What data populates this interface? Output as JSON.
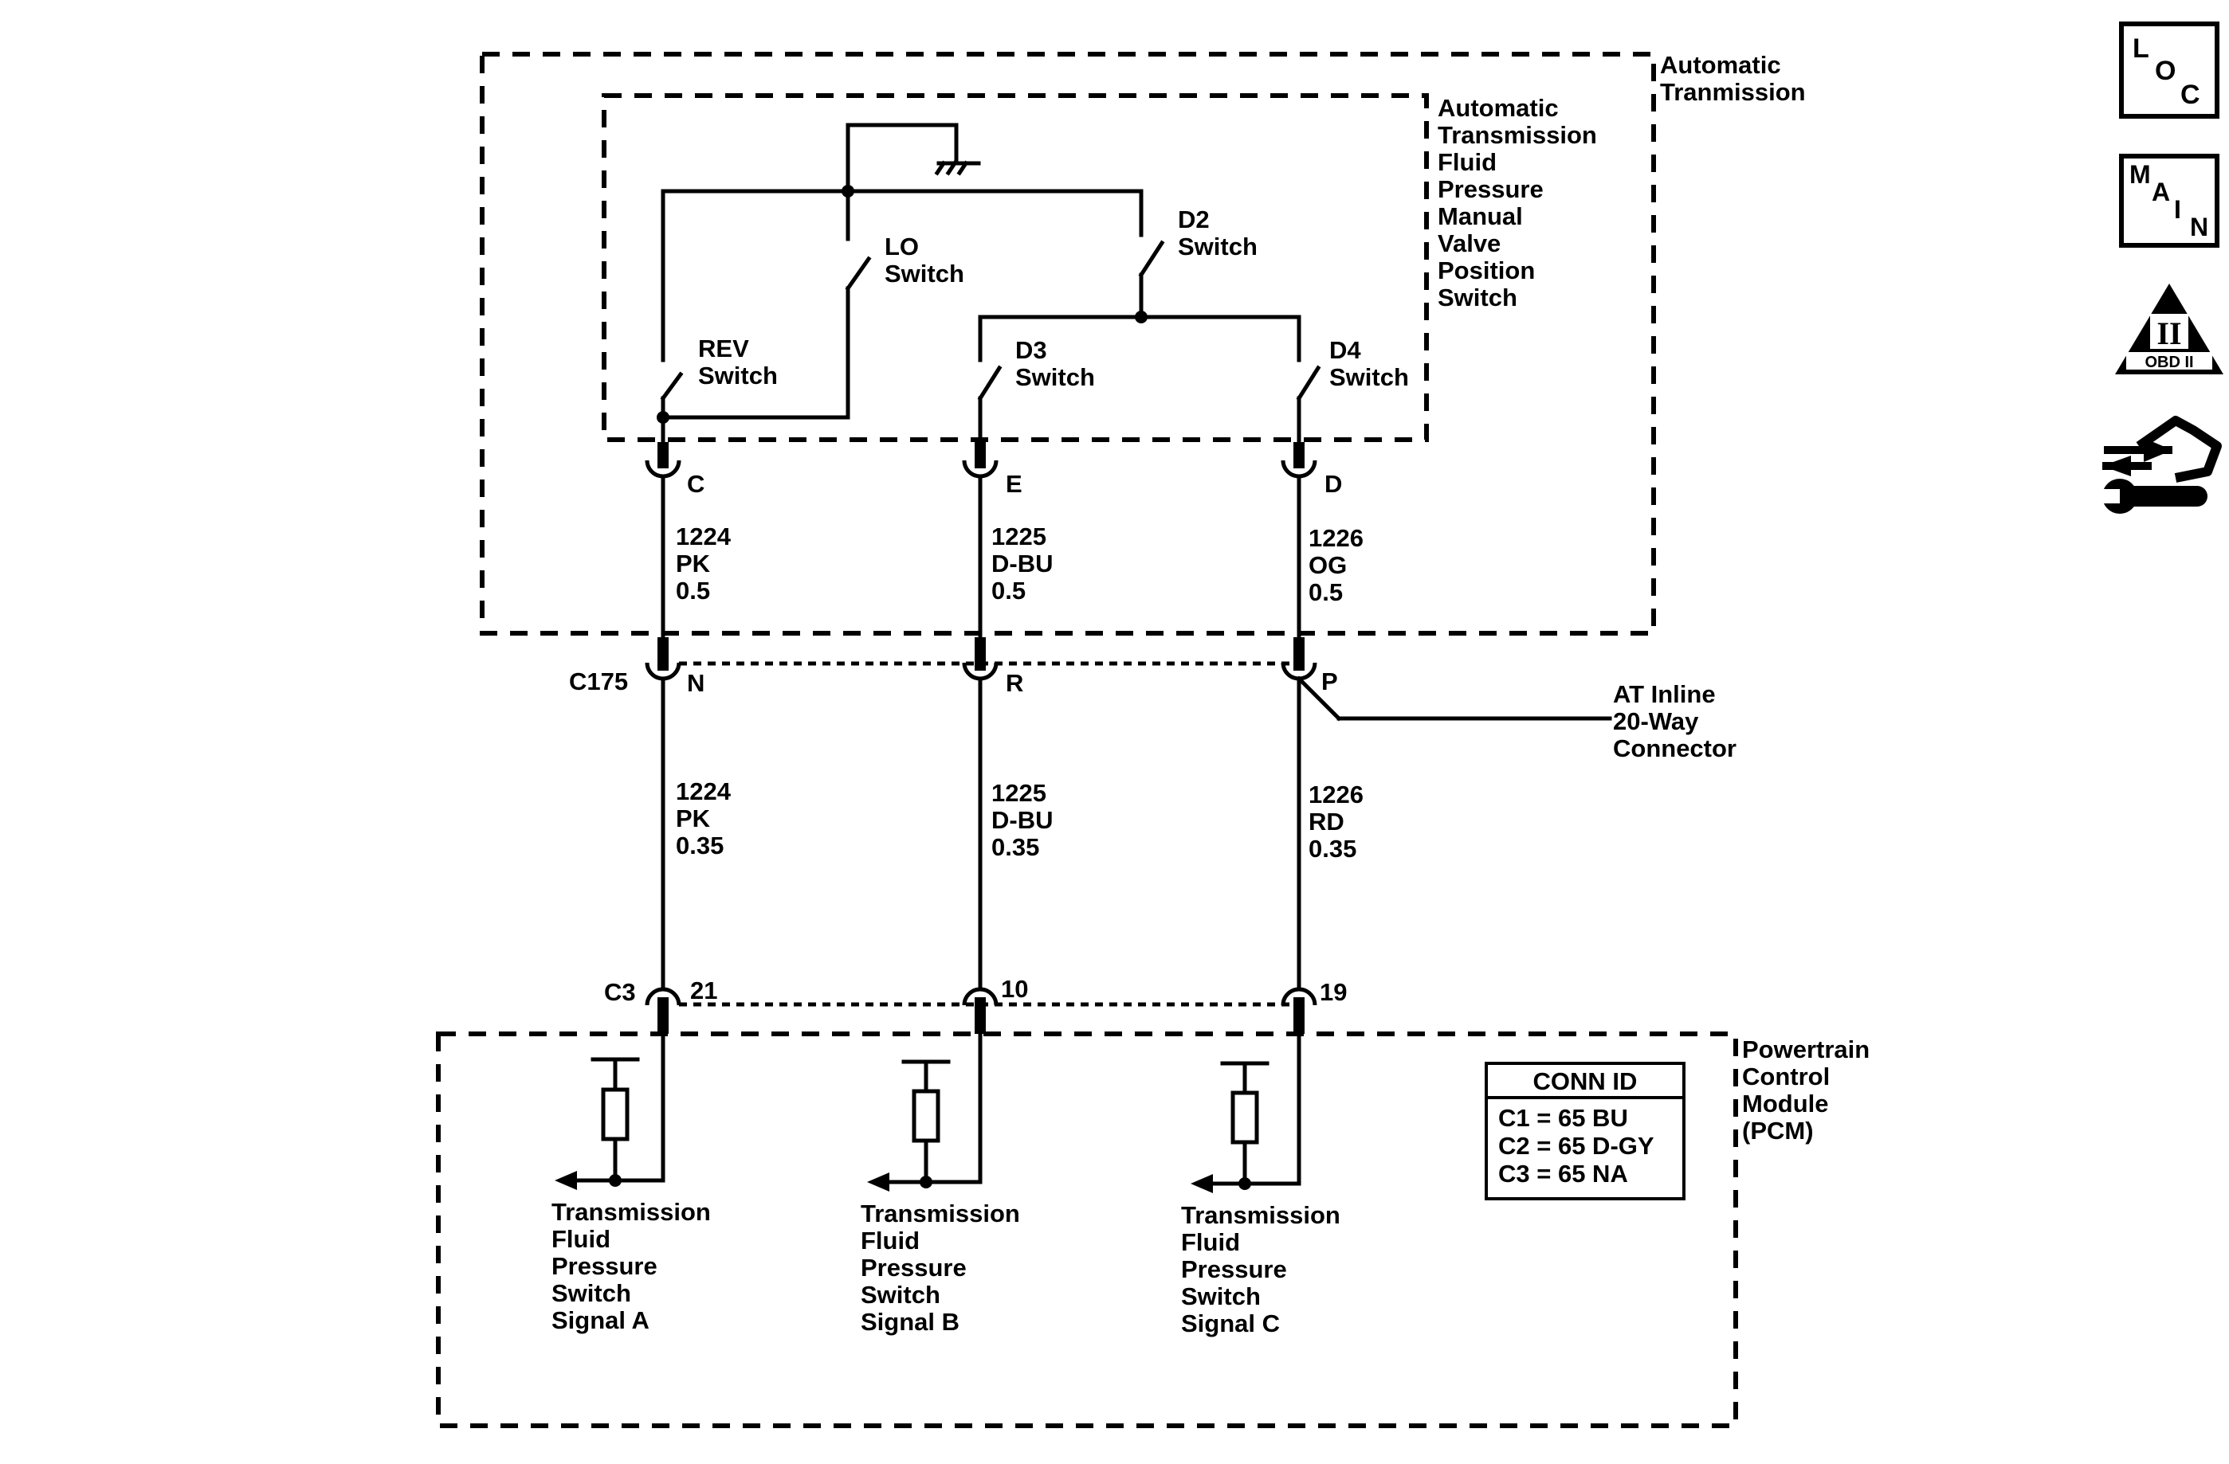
{
  "colors": {
    "ink": "#000000",
    "paper": "#ffffff"
  },
  "labels": {
    "at_box": [
      "Automatic",
      "Tranmission"
    ],
    "valve_switch": [
      "Automatic",
      "Transmission",
      "Fluid",
      "Pressure",
      "Manual",
      "Valve",
      "Position",
      "Switch"
    ],
    "pcm_box": [
      "Powertrain",
      "Control",
      "Module",
      "(PCM)"
    ],
    "inline_connector": [
      "AT Inline",
      "20-Way",
      "Connector"
    ]
  },
  "switches": {
    "rev": [
      "REV",
      "Switch"
    ],
    "lo": [
      "LO",
      "Switch"
    ],
    "d2": [
      "D2",
      "Switch"
    ],
    "d3": [
      "D3",
      "Switch"
    ],
    "d4": [
      "D4",
      "Switch"
    ]
  },
  "connectors": {
    "inline_ref": "C175",
    "pcm_ref": "C3",
    "switch_pins": [
      "C",
      "E",
      "D"
    ],
    "inline_pins": [
      "N",
      "R",
      "P"
    ],
    "pcm_pins": [
      "21",
      "10",
      "19"
    ]
  },
  "wires_upper": [
    [
      "1224",
      "PK",
      "0.5"
    ],
    [
      "1225",
      "D-BU",
      "0.5"
    ],
    [
      "1226",
      "OG",
      "0.5"
    ]
  ],
  "wires_lower": [
    [
      "1224",
      "PK",
      "0.35"
    ],
    [
      "1225",
      "D-BU",
      "0.35"
    ],
    [
      "1226",
      "RD",
      "0.35"
    ]
  ],
  "signals": [
    [
      "Transmission",
      "Fluid",
      "Pressure",
      "Switch",
      "Signal A"
    ],
    [
      "Transmission",
      "Fluid",
      "Pressure",
      "Switch",
      "Signal B"
    ],
    [
      "Transmission",
      "Fluid",
      "Pressure",
      "Switch",
      "Signal C"
    ]
  ],
  "conn_id": {
    "title": "CONN ID",
    "rows": [
      "C1 = 65 BU",
      "C2 = 65 D-GY",
      "C3 = 65 NA"
    ]
  },
  "nav_icons": {
    "loc": [
      "L",
      "O",
      "C"
    ],
    "main": [
      "M",
      "A",
      "I",
      "N"
    ],
    "obd": {
      "numeral": "II",
      "text": "OBD II"
    },
    "service_icon": "service-procedure-icon"
  }
}
